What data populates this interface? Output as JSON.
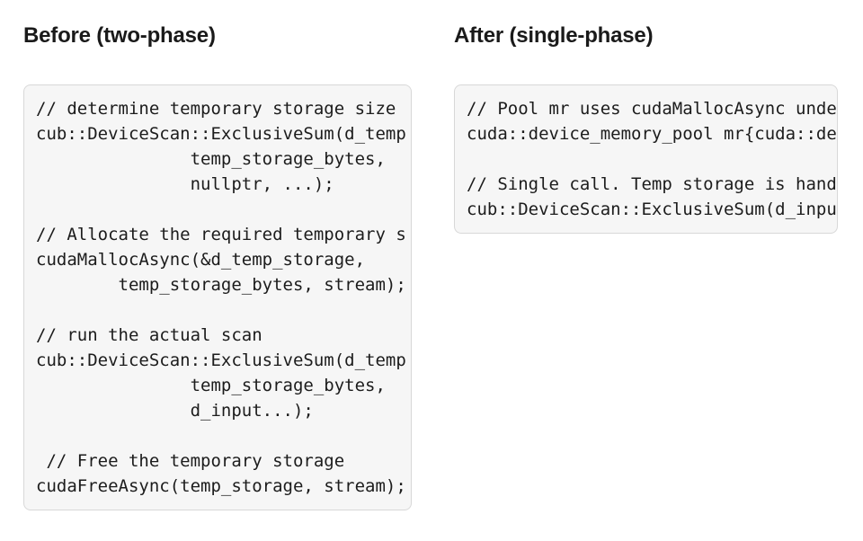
{
  "colors": {
    "heading": "#1a1a1a",
    "code_text": "#1c1c1c",
    "code_bg": "#f6f6f6",
    "code_border": "#d8d8d8",
    "page_bg": "#ffffff"
  },
  "before": {
    "heading": "Before (two-phase)",
    "code": "// determine temporary storage size\ncub::DeviceScan::ExclusiveSum(d_temp\n               temp_storage_bytes,\n               nullptr, ...);\n\n// Allocate the required temporary s\ncudaMallocAsync(&d_temp_storage,\n        temp_storage_bytes, stream);\n\n// run the actual scan\ncub::DeviceScan::ExclusiveSum(d_temp\n               temp_storage_bytes,\n               d_input...);\n\n // Free the temporary storage\ncudaFreeAsync(temp_storage, stream);"
  },
  "after": {
    "heading": "After (single-phase)",
    "code": "// Pool mr uses cudaMallocAsync unde\ncuda::device_memory_pool mr{cuda::de\n\n// Single call. Temp storage is hand\ncub::DeviceScan::ExclusiveSum(d_inpu"
  }
}
